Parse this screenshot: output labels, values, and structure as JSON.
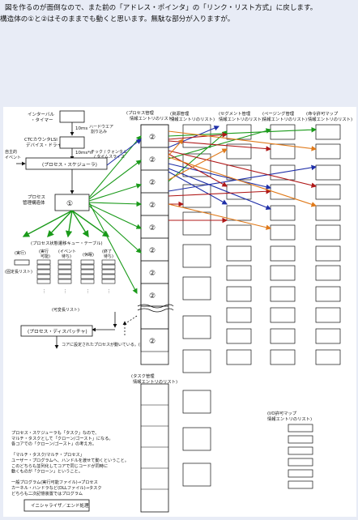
{
  "header": {
    "line1": "図を作るのが面倒なので、また前の「アドレス・ポインタ」の「リンク・リスト方式」に戻します。",
    "line2": "構造体の①と②はそのままでも動くと思います。無駄な部分が入りますが。"
  },
  "diagram": {
    "interval_timer": [
      "インターバル",
      "・タイマー"
    ],
    "time_10ms": "10ms",
    "hw_interrupt": [
      "ハードウエア",
      "割り込み"
    ],
    "ctc": [
      "CTCカウンタLSI",
      "デバイス・ドライバ"
    ],
    "time_10msn": "10ms*n",
    "tick": [
      "チック / クォンタム",
      "/ タイムスライス"
    ],
    "autonomous_event": [
      "自主的",
      "イベント"
    ],
    "scheduler": "(プロセス・スケジューラ)",
    "pcb_label": [
      "プロセス",
      "管理構造体"
    ],
    "circle1": "①",
    "circle2": "②",
    "queue_table_label": "(プロセス状態遷移キュー・テーブル)",
    "queue_running": "(実行)",
    "queue_ready": [
      "(実行",
      "可能)"
    ],
    "queue_event_wait": [
      "(イベント",
      "待ち)"
    ],
    "queue_suspend": "(休眠)",
    "queue_end_wait": [
      "(終了",
      "待ち)"
    ],
    "fixed_list": "(固定長リスト)",
    "variable_list": "(可変長リスト)",
    "dispatcher": "(プロセス・ディスパッチャ)",
    "core_note": "コアに設定されたプロセスが動いている。(ロアごと)",
    "process_mgmt_list": [
      "(プロセス管理",
      "情報エントリのリスト)"
    ],
    "resource_list": [
      "(資源管理",
      "情報エントリのリスト)"
    ],
    "segment_list": [
      "(セグメント管理",
      "情報エントリのリスト)"
    ],
    "paging_list": [
      "(ページング管理",
      "情報エントリのリスト)"
    ],
    "permission_map": [
      "(命令許可マップ",
      "情報エントリのリスト)"
    ],
    "task_list": [
      "(タスク管理",
      "情報エントリのリスト)"
    ],
    "io_map": [
      "(I/O許可マップ",
      "情報エントリのリスト)"
    ],
    "notes": [
      "プロセス・スケジューラも「タスク」なので、",
      "マルチ・タスクとして「クローン/ゴースト」になる。",
      "各コアでの「クローン/ゴースト」の考え方。",
      "",
      "「マルチ・タスク/マルチ・プロセス」",
      "ユーザー・プログラムへ、ハンドルを渡せて動くということ。",
      "このどちらも並列化してコアで同じコードが同時に",
      "動くものが「クローン」ということ。",
      "",
      "一般プログラム(実行可能ファイル)→プロセス",
      "カーネル・ハンドラなど(DLLファイル)→タスク",
      "どちらも二次記憶装置ではプログラム"
    ],
    "init_label": "イニシャライザ／エンド処理"
  },
  "colors": {
    "green": "#1a9a1a",
    "blue": "#1f2fa8",
    "red": "#b01818",
    "orange": "#e07a1a",
    "background": "#e8ecf6"
  }
}
